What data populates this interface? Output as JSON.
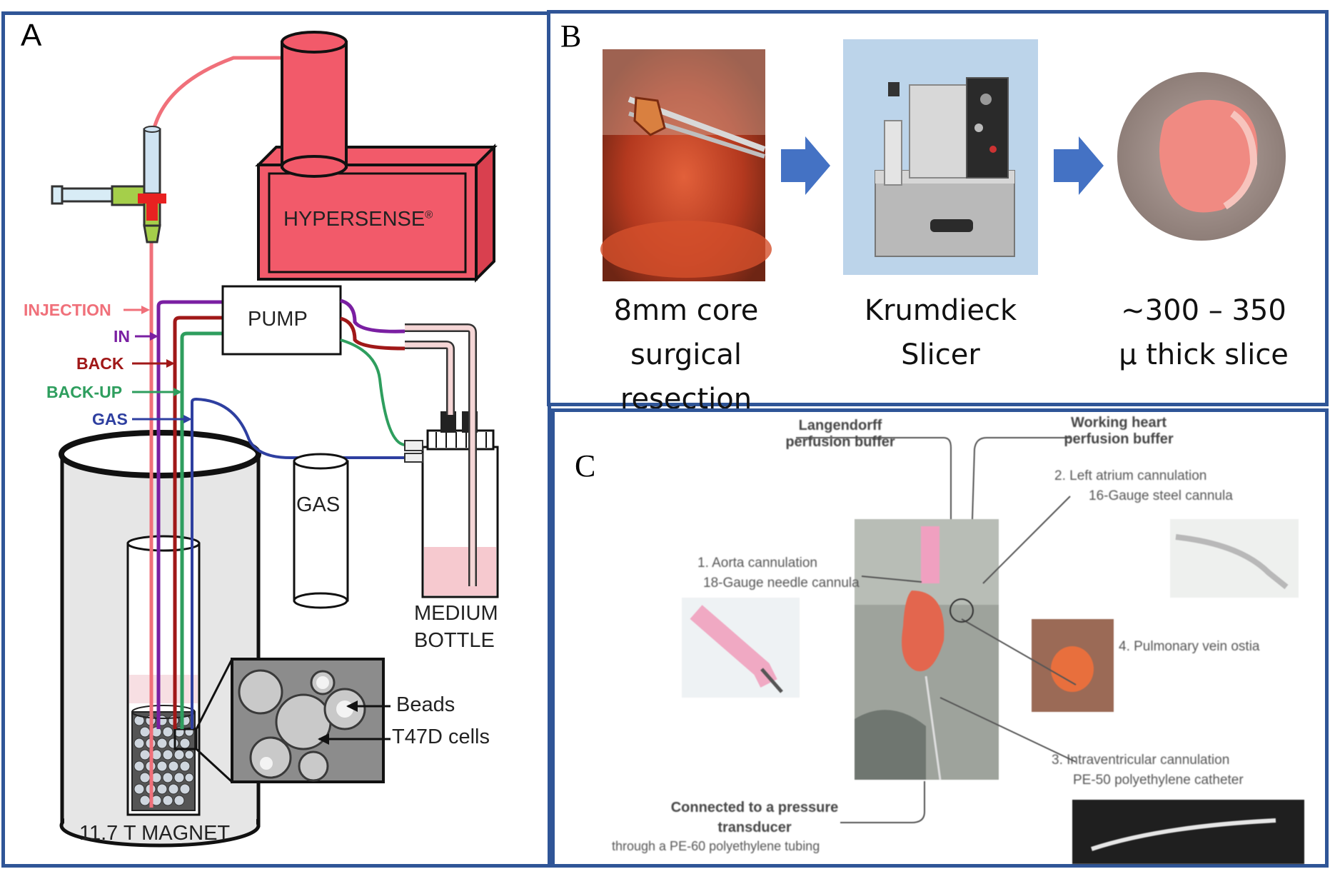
{
  "panel_a": {
    "letter": "A",
    "hypersense": "HYPERSENSE",
    "hypersense_mark": "®",
    "pump": "PUMP",
    "gas": "GAS",
    "medium_line1": "MEDIUM",
    "medium_line2": "BOTTLE",
    "magnet": "11.7 T MAGNET",
    "beads": "Beads",
    "cells": "T47D cells",
    "ports": {
      "injection": "INJECTION",
      "in": "IN",
      "back": "BACK",
      "backup": "BACK-UP",
      "gas": "GAS"
    },
    "colors": {
      "injection": "#f0707a",
      "in": "#7a1fa2",
      "back": "#a01818",
      "backup": "#2e9e5e",
      "gas": "#2e3fa0",
      "hypersense": "#f25a6a"
    }
  },
  "panel_b": {
    "letter": "B",
    "caption1": [
      "8mm core",
      "surgical",
      "resection"
    ],
    "caption2": [
      "Krumdieck",
      "Slicer"
    ],
    "caption3": [
      "~300 – 350",
      "µ thick slice"
    ],
    "arrow_color": "#4472c4"
  },
  "panel_c": {
    "letter": "C",
    "langendorff": [
      "Langendorff",
      "perfusion buffer"
    ],
    "working": [
      "Working heart",
      "perfusion buffer"
    ],
    "left_atrium": [
      "2. Left atrium cannulation",
      "16-Gauge steel cannula"
    ],
    "aorta": [
      "1. Aorta cannulation",
      "18-Gauge needle cannula"
    ],
    "pulmonary": "4. Pulmonary vein ostia",
    "intraventricular": [
      "3. Intraventricular cannulation",
      "PE-50 polyethylene catheter"
    ],
    "pressure": [
      "Connected to a pressure",
      "transducer"
    ],
    "tubing": "through a PE-60 polyethylene tubing"
  },
  "frame_color": "#2f5597"
}
